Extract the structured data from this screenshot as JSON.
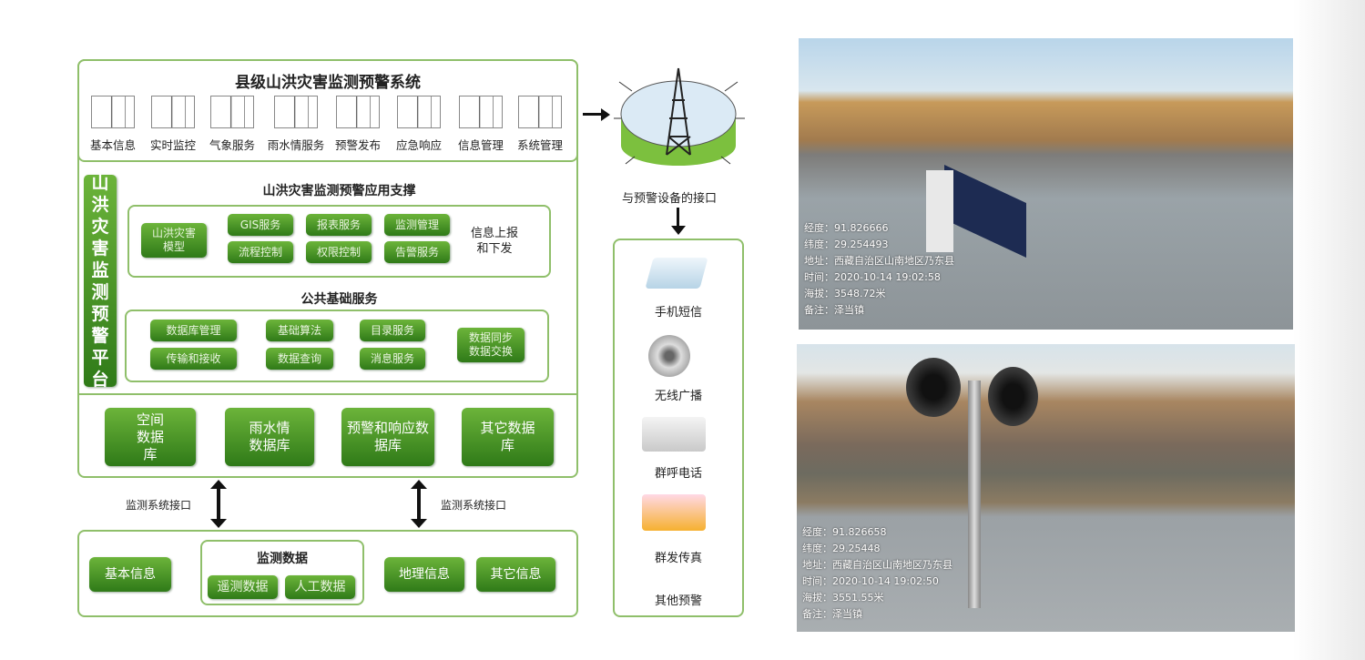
{
  "system": {
    "title": "县级山洪灾害监测预警系统",
    "modules": [
      "基本信息",
      "实时监控",
      "气象服务",
      "雨水情服务",
      "预警发布",
      "应急响应",
      "信息管理",
      "系统管理"
    ]
  },
  "platform": {
    "label": "山洪灾害监测预警平台",
    "app_support": {
      "title": "山洪灾害监测预警应用支撑",
      "model": "山洪灾害模型",
      "items": [
        "GIS服务",
        "报表服务",
        "监测管理",
        "流程控制",
        "权限控制",
        "告警服务"
      ],
      "note": "信息上报和下发"
    },
    "public": {
      "title": "公共基础服务",
      "items": [
        "数据库管理",
        "基础算法",
        "目录服务",
        "传输和接收",
        "数据查询",
        "消息服务"
      ],
      "sync": "数据同步数据交换"
    },
    "databases": [
      "空间数据库",
      "雨水情数据库",
      "预警和响应数据库",
      "其它数据库"
    ]
  },
  "interface_labels": [
    "监测系统接口",
    "监测系统接口"
  ],
  "bottom": {
    "basic": "基本信息",
    "monitor_title": "监测数据",
    "monitor_items": [
      "遥测数据",
      "人工数据"
    ],
    "geo": "地理信息",
    "other": "其它信息"
  },
  "devices": {
    "interface_label": "与预警设备的接口",
    "items": [
      "手机短信",
      "无线广播",
      "群呼电话",
      "群发传真",
      "其他预警"
    ]
  },
  "photos": [
    {
      "lon": "经度：91.826666",
      "lat": "纬度：29.254493",
      "addr": "地址：西藏自治区山南地区乃东县",
      "time": "时间：2020-10-14 19:02:58",
      "alt": "海拔：3548.72米",
      "note": "备注：泽当镇"
    },
    {
      "lon": "经度：91.826658",
      "lat": "纬度：29.25448",
      "addr": "地址：西藏自治区山南地区乃东县",
      "time": "时间：2020-10-14 19:02:50",
      "alt": "海拔：3551.55米",
      "note": "备注：泽当镇"
    }
  ]
}
